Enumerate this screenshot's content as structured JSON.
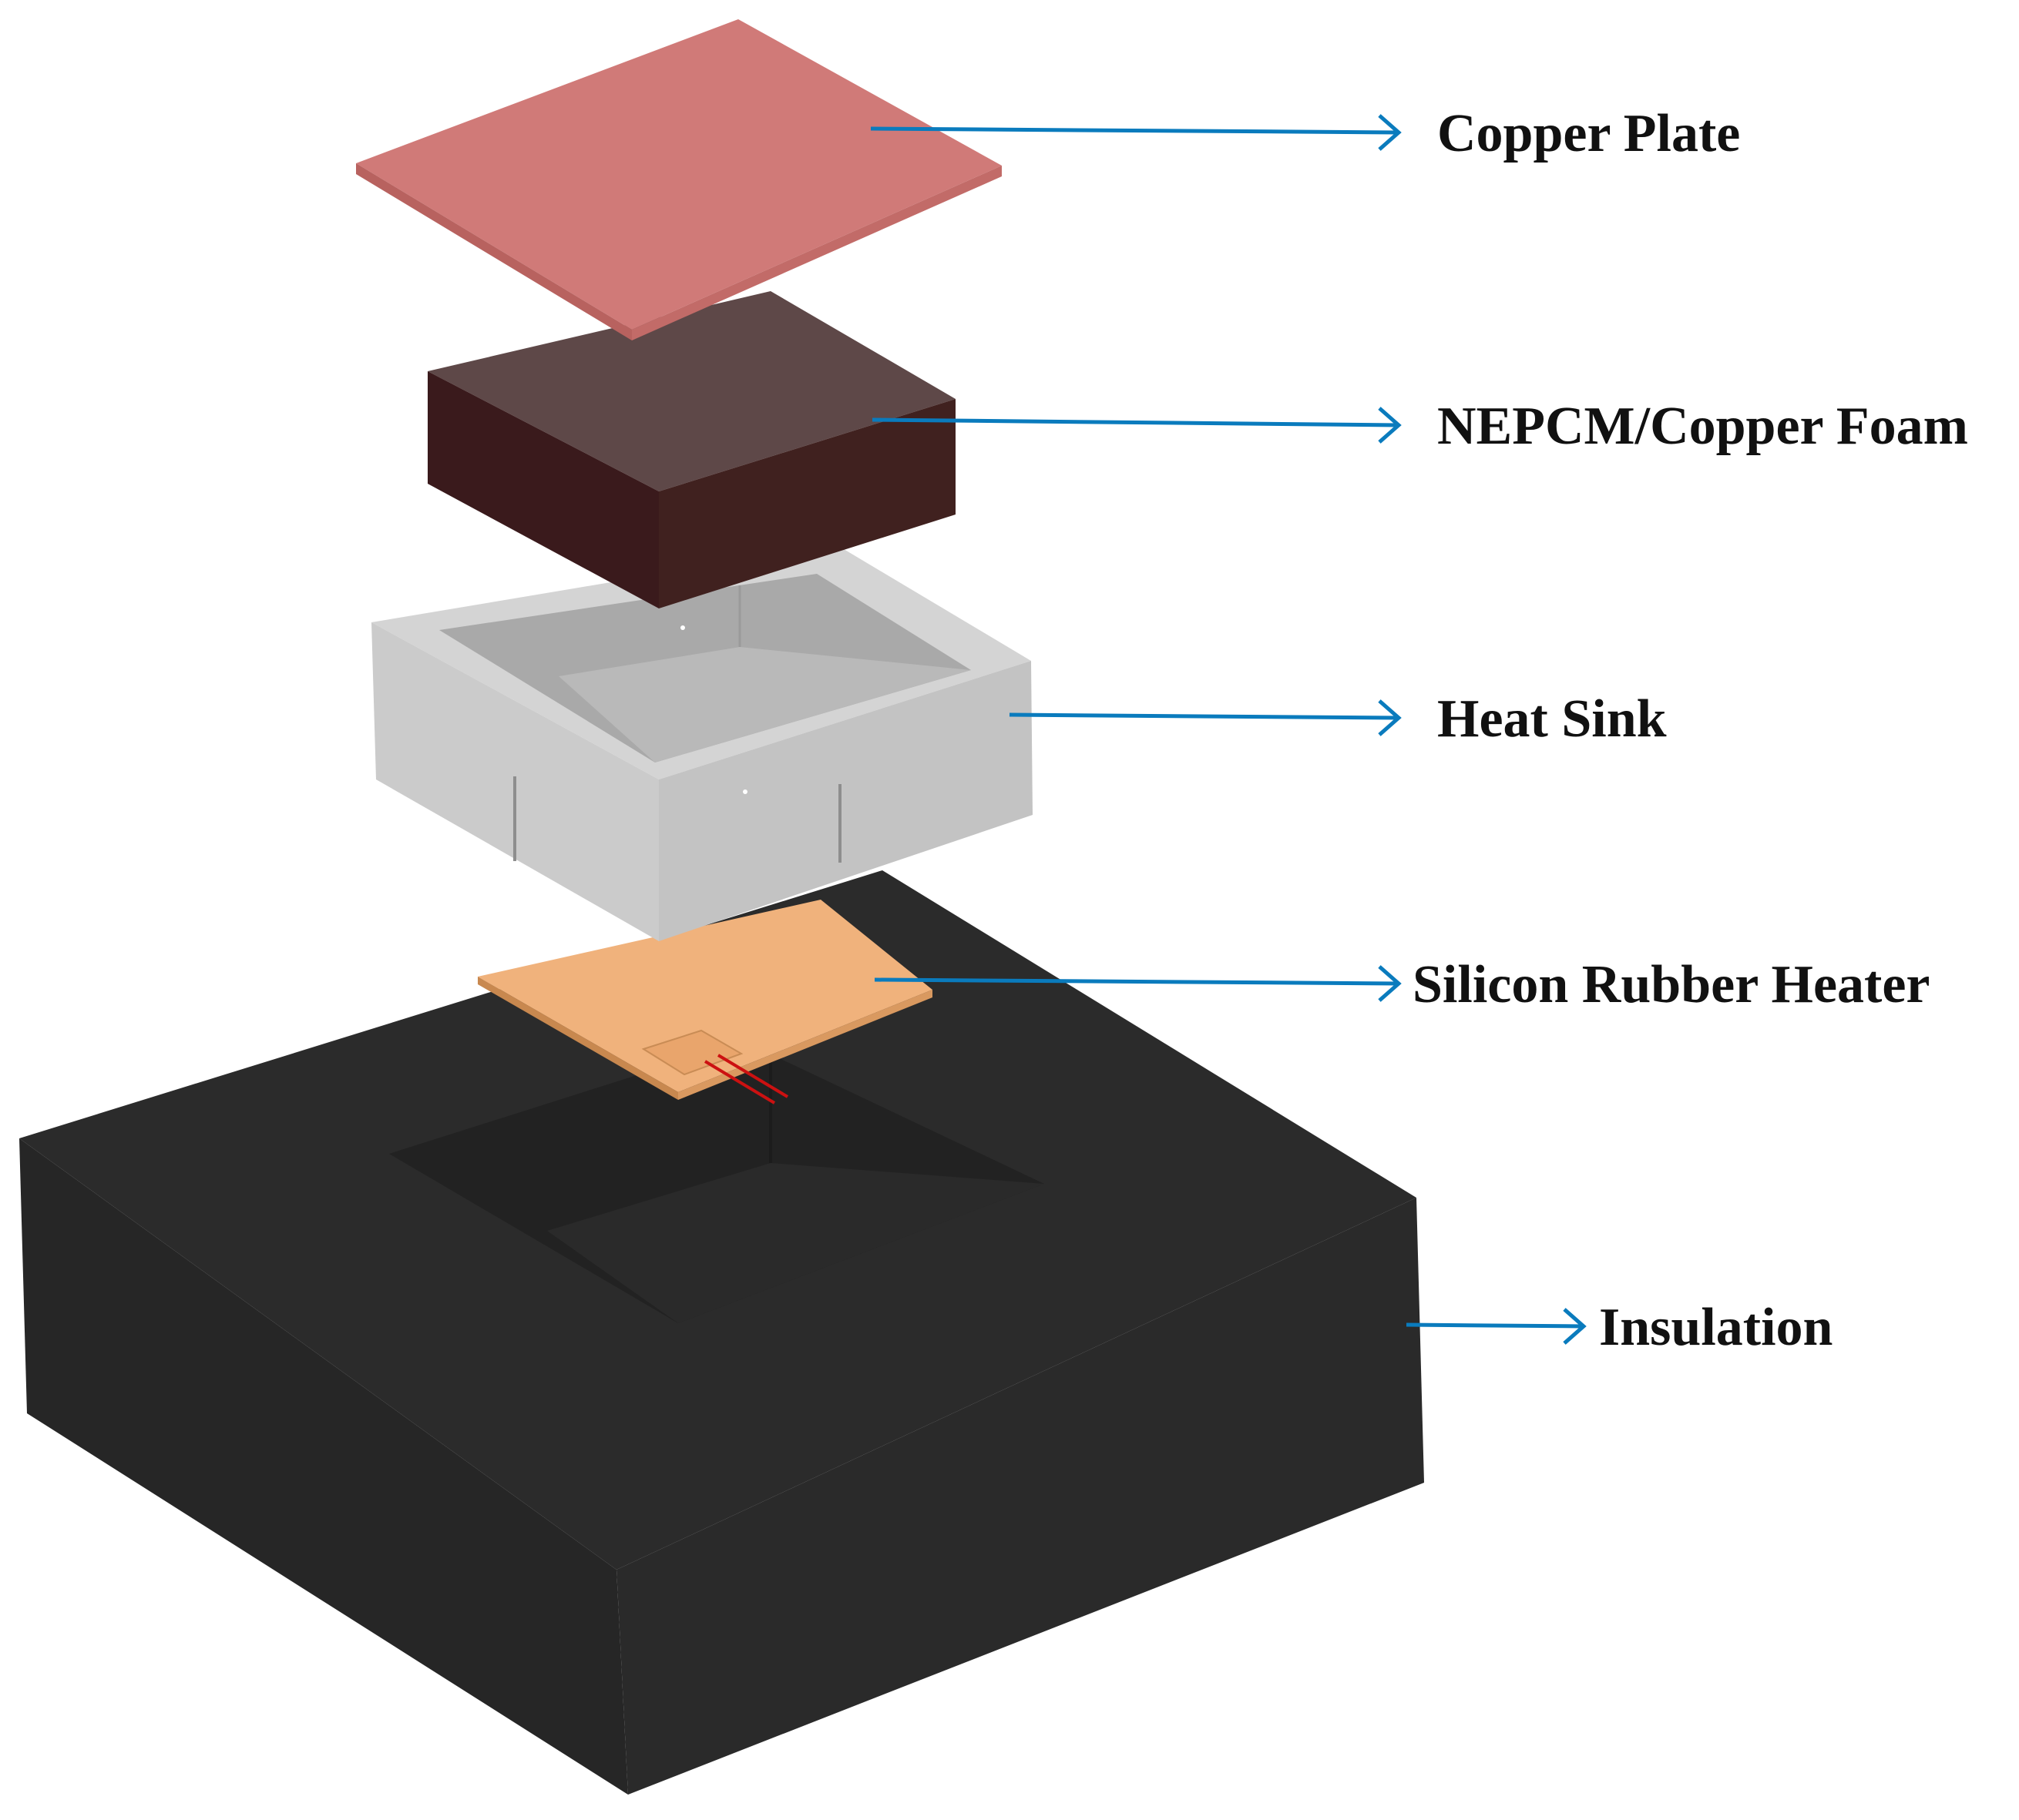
{
  "diagram": {
    "labels": {
      "copper_plate": "Copper Plate",
      "nepcm_foam": "NEPCM/Copper Foam",
      "heat_sink": "Heat Sink",
      "heater": "Silicon Rubber Heater",
      "insulation": "Insulation"
    },
    "colors": {
      "arrow": "#0a7bbd",
      "copper_plate_top": "#d07a78",
      "foam_top": "#5e4848",
      "foam_side": "#3a1a1c",
      "heat_sink": "#c6c6c6",
      "heater": "#f0b27c",
      "insulation": "#262626",
      "wire": "#cc1111"
    }
  }
}
